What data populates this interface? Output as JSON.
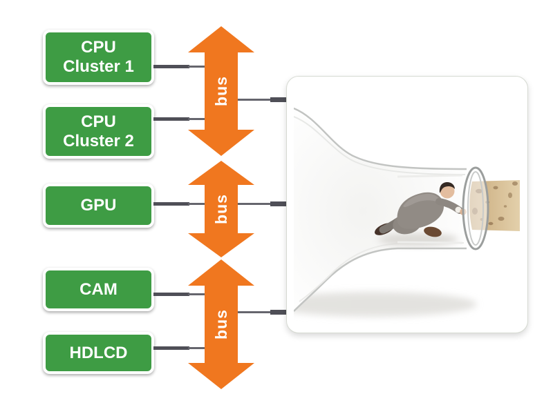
{
  "diagram": {
    "nodes": [
      {
        "id": "cpu-cluster-1",
        "line1": "CPU",
        "line2": "Cluster 1"
      },
      {
        "id": "cpu-cluster-2",
        "line1": "CPU",
        "line2": "Cluster 2"
      },
      {
        "id": "gpu",
        "line1": "GPU"
      },
      {
        "id": "cam",
        "line1": "CAM"
      },
      {
        "id": "hdlcd",
        "line1": "HDLCD"
      }
    ],
    "buses": [
      {
        "label": "bus"
      },
      {
        "label": "bus"
      },
      {
        "label": "bus"
      }
    ],
    "photo": {
      "subject": "man-in-bottle-pushing-cork"
    },
    "colors": {
      "node_green": "#3E9C44",
      "bus_orange": "#F0771F",
      "connector_gray": "#65656D",
      "connector_dark": "#4F4F57",
      "cork_tan": "#D5BC92",
      "label_text": "#FFFFFF"
    }
  }
}
